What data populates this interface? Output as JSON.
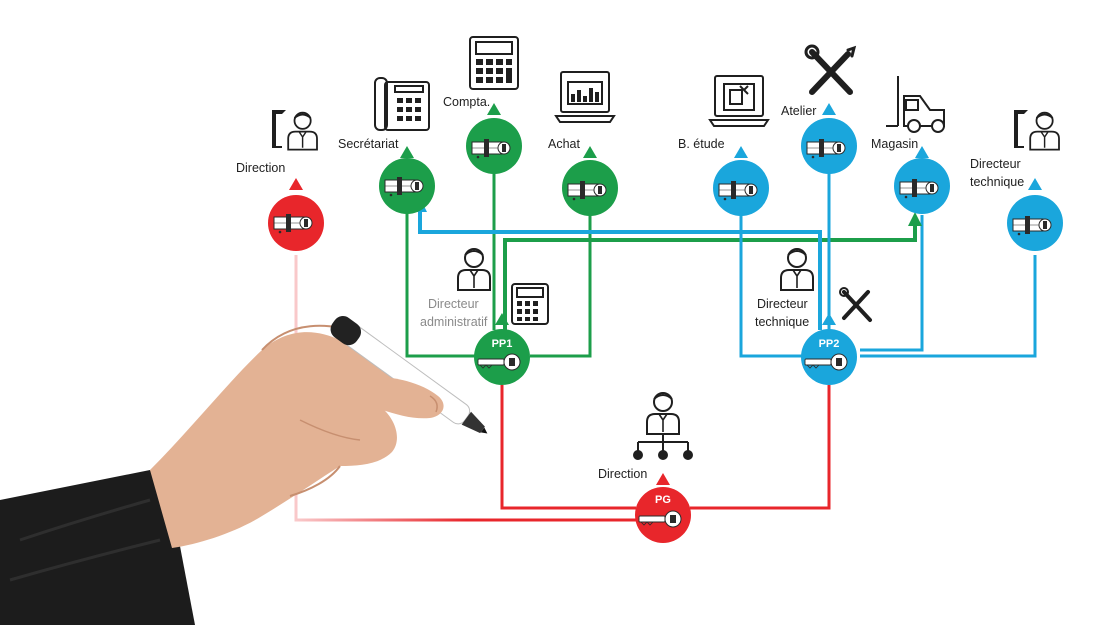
{
  "colors": {
    "red": "#e8262b",
    "green": "#1c9e4a",
    "blue": "#1aa6dc",
    "ink": "#1f1f1f"
  },
  "nodes": {
    "direction_left": "Direction",
    "secretariat": "Secrétariat",
    "compta": "Compta.",
    "achat": "Achat",
    "etude": "B. étude",
    "atelier": "Atelier",
    "magasin": "Magasin",
    "dir_tech_right_1": "Directeur",
    "dir_tech_right_2": "technique",
    "dir_admin_1": "Directeur",
    "dir_admin_2": "administratif",
    "dir_tech_mid_1": "Directeur",
    "dir_tech_mid_2": "technique",
    "direction_bottom": "Direction"
  },
  "keys": {
    "pp1": "PP1",
    "pp2": "PP2",
    "pg": "PG"
  },
  "icons": {
    "direction_left": "door-person-icon",
    "secretariat": "desk-phone-icon",
    "compta": "calculator-icon",
    "achat": "laptop-chart-icon",
    "etude": "laptop-design-icon",
    "atelier": "tools-icon",
    "magasin": "forklift-icon",
    "dir_tech_right": "door-person-icon",
    "dir_admin": "manager-calculator-icon",
    "dir_tech_mid": "manager-tools-icon",
    "direction_bottom": "manager-hierarchy-icon",
    "hand": "hand-marker-icon",
    "cylinder": "lock-cylinder-icon",
    "key": "key-icon"
  }
}
